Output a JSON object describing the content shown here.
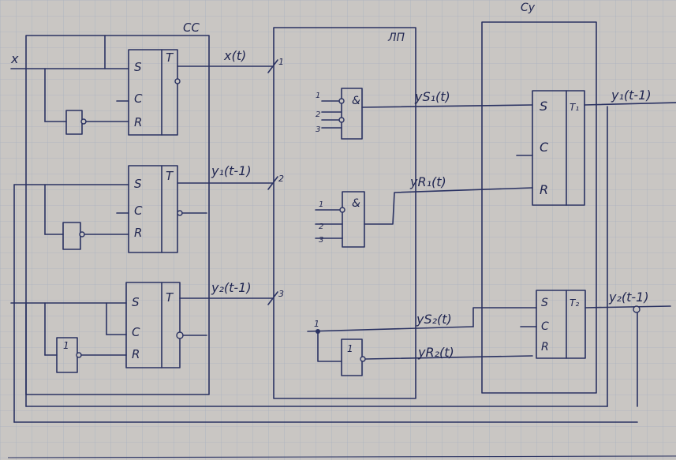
{
  "blocks": {
    "cc": "CC",
    "lp": "ЛП",
    "cy": "Cу"
  },
  "signals": {
    "x": "x",
    "x_t": "x(t)",
    "y1_prev": "y₁(t-1)",
    "y2_prev": "y₂(t-1)",
    "ys1": "yS₁(t)",
    "yr1": "yR₁(t)",
    "ys2": "yS₂(t)",
    "yr2": "yR₂(t)",
    "y1_out": "y₁(t-1)",
    "y2_out": "y₂(t-1)"
  },
  "pins": {
    "s": "S",
    "c": "C",
    "r": "R",
    "t": "T",
    "t1": "T₁",
    "t2": "T₂",
    "one": "1"
  },
  "bus_numbers": [
    "1",
    "2",
    "3"
  ],
  "gate_inputs": [
    "1",
    "2",
    "3"
  ],
  "colors": {
    "paper": "#c9c6c3",
    "grid": "#aab2bf",
    "ink": "#2a3262"
  }
}
